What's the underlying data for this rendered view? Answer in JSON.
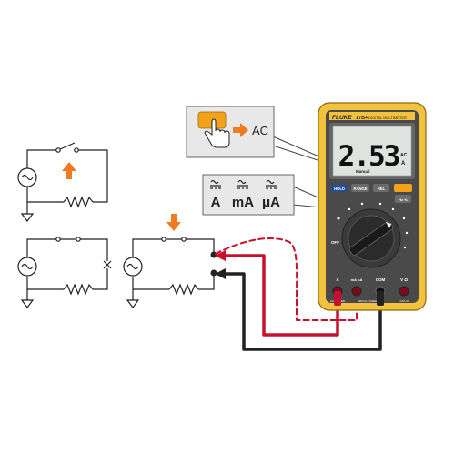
{
  "callout_ac": {
    "label": "AC"
  },
  "callout_units": {
    "unit_a": "A",
    "unit_ma": "mA",
    "unit_ua": "μA"
  },
  "meter": {
    "brand": "FLUKE",
    "model": "17B+",
    "subtitle": "DIGITAL MULTIMETER",
    "display_value": "2.53",
    "display_mode": "Manual",
    "display_unit_top": "AC",
    "display_unit_bottom": "A",
    "buttons": {
      "hold": "HOLD",
      "range": "RANGE",
      "rel": "REL",
      "hz": "Hz %"
    },
    "dial": {
      "off": "OFF"
    },
    "jacks": {
      "a_label": "A",
      "a_fuse": "10A FUSED",
      "ma_label": "mA μA",
      "ma_fuse": "400mA FUSED",
      "com_label": "COM",
      "v_label": "V Ω",
      "v_cat": "CAT III"
    }
  },
  "colors": {
    "meter_body": "#f2c23e",
    "button_yellow": "#f3a21b",
    "arrow_orange": "#f07a22",
    "lead_red": "#c8102e",
    "lead_black": "#222222",
    "panel_gray": "#e8e8e8"
  },
  "icons": [
    "hand-press-icon",
    "arrow-up-icon",
    "arrow-down-icon",
    "ac-source-icon",
    "ground-icon",
    "resistor-icon",
    "switch-icon",
    "break-x-icon"
  ]
}
